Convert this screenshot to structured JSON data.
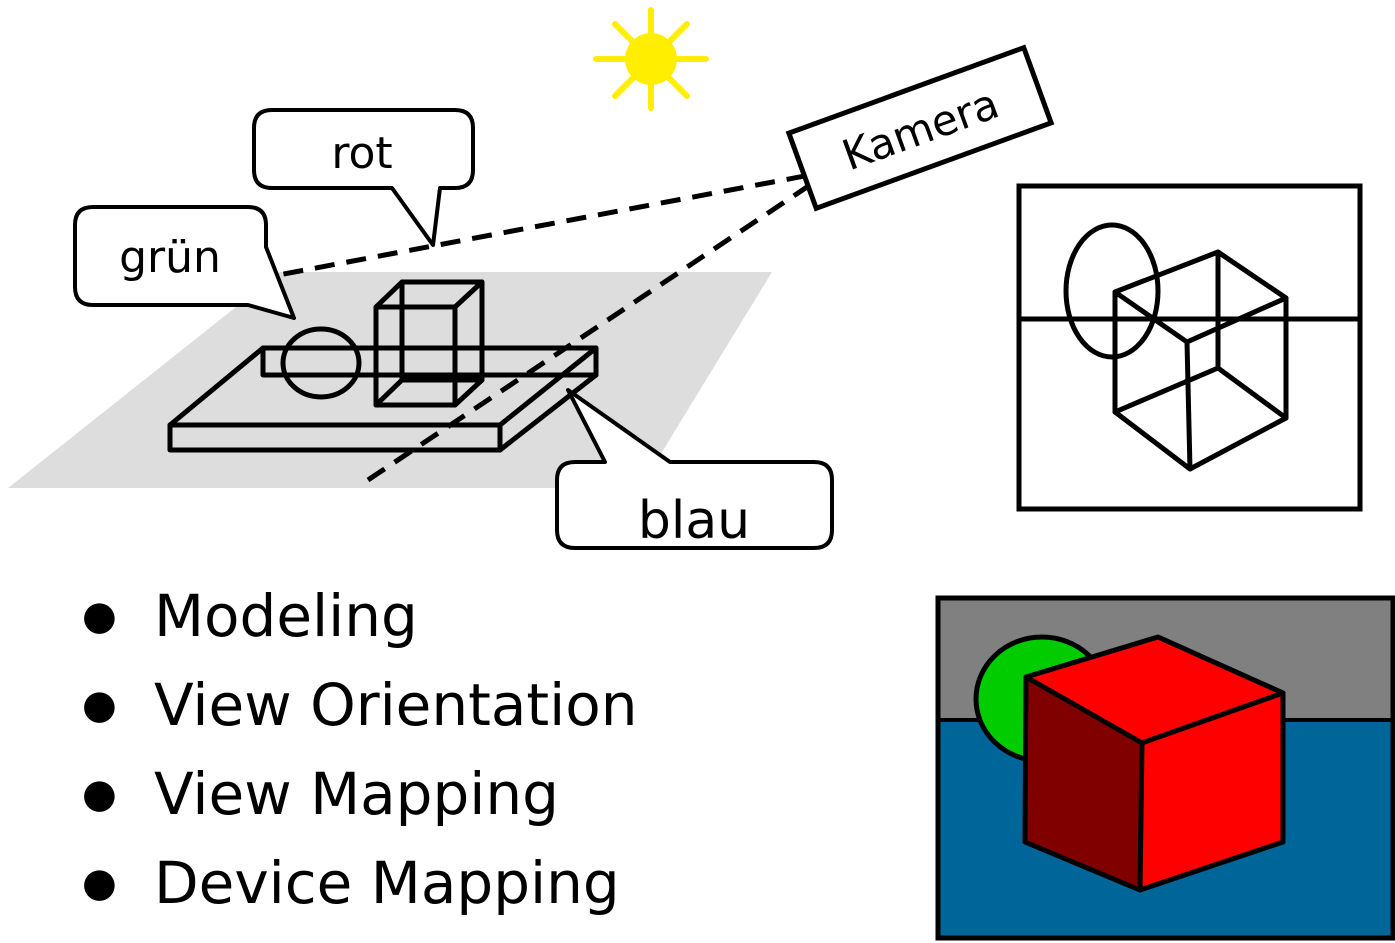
{
  "labels": {
    "red": "rot",
    "green": "grün",
    "blue": "blau",
    "camera": "Kamera"
  },
  "colors": {
    "sun": "#ffee00",
    "ground": "#dddddd",
    "background_top": "#808080",
    "background_bottom": "#006699",
    "sphere": "#00cc00",
    "cube_front": "#ff0000",
    "cube_side": "#800000"
  },
  "steps": [
    {
      "label": "Modeling"
    },
    {
      "label": "View Orientation"
    },
    {
      "label": "View Mapping"
    },
    {
      "label": "Device Mapping"
    }
  ]
}
